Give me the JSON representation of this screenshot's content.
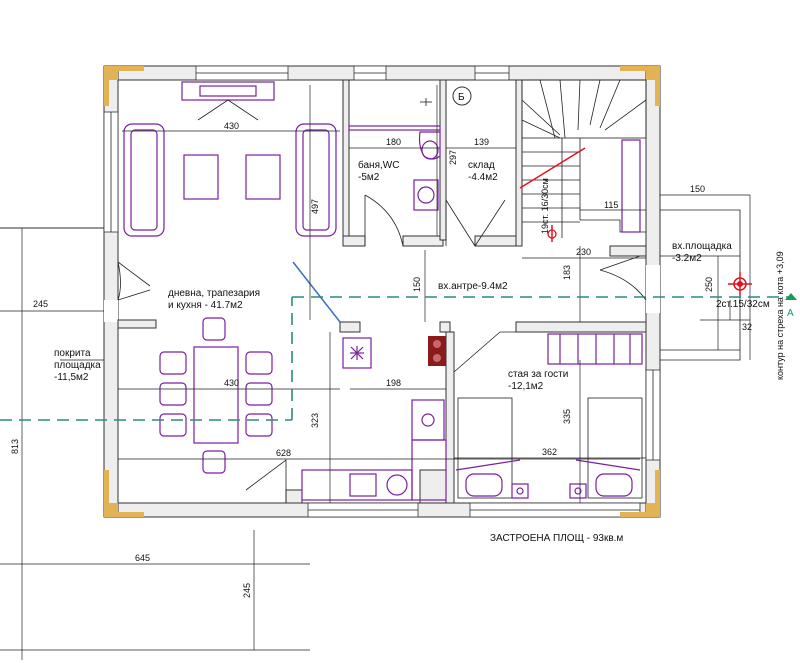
{
  "rooms": {
    "living": {
      "name": "дневна, трапезария",
      "name2": "и кухня - 41.7м2"
    },
    "bath": {
      "name": "баня,WC",
      "area": "-5м2"
    },
    "storage": {
      "name": "склад",
      "area": "-4.4м2"
    },
    "entrance_hall": {
      "name": "вх.антре-9.4м2"
    },
    "entry_platform": {
      "name": "вх.площадка",
      "area": "-3.2м2"
    },
    "guest_room": {
      "name": "стая за гости",
      "area": "-12,1м2"
    },
    "covered_terrace": {
      "name": "покрита",
      "name2": "площадка",
      "area": "-11,5м2"
    }
  },
  "stair_note": "19ст. 16/30см",
  "step_note": "2ст.15/32см",
  "contour_note": "контур на стреха на кота +3,09",
  "section_label": "Б",
  "axis_marker": "А",
  "built_area": "ЗАСТРОЕНА ПЛОЩ  - 93кв.м",
  "dimensions": {
    "living_top_width": "430",
    "bath_width": "180",
    "storage_width": "139",
    "bath_height": "297",
    "living_depth": "497",
    "landing_width": "115",
    "platform_width": "150",
    "hall_width": "230",
    "platform_height": "250",
    "hall_depth": "150",
    "hall_height": "183",
    "left_offset": "245",
    "dining_width": "430",
    "kitchen_width": "198",
    "kitchen_depth": "323",
    "guest_depth": "335",
    "guest_width": "362",
    "step_width": "32",
    "total_depth": "813",
    "total_width": "628",
    "bottom_width": "645",
    "bottom_offset": "245"
  },
  "colors": {
    "furniture": "#7a1fa2",
    "wall_corner": "#e2b255",
    "axis": "#2a8a80",
    "marker_red": "#e0141e",
    "marker_green": "#1a9a5a"
  }
}
